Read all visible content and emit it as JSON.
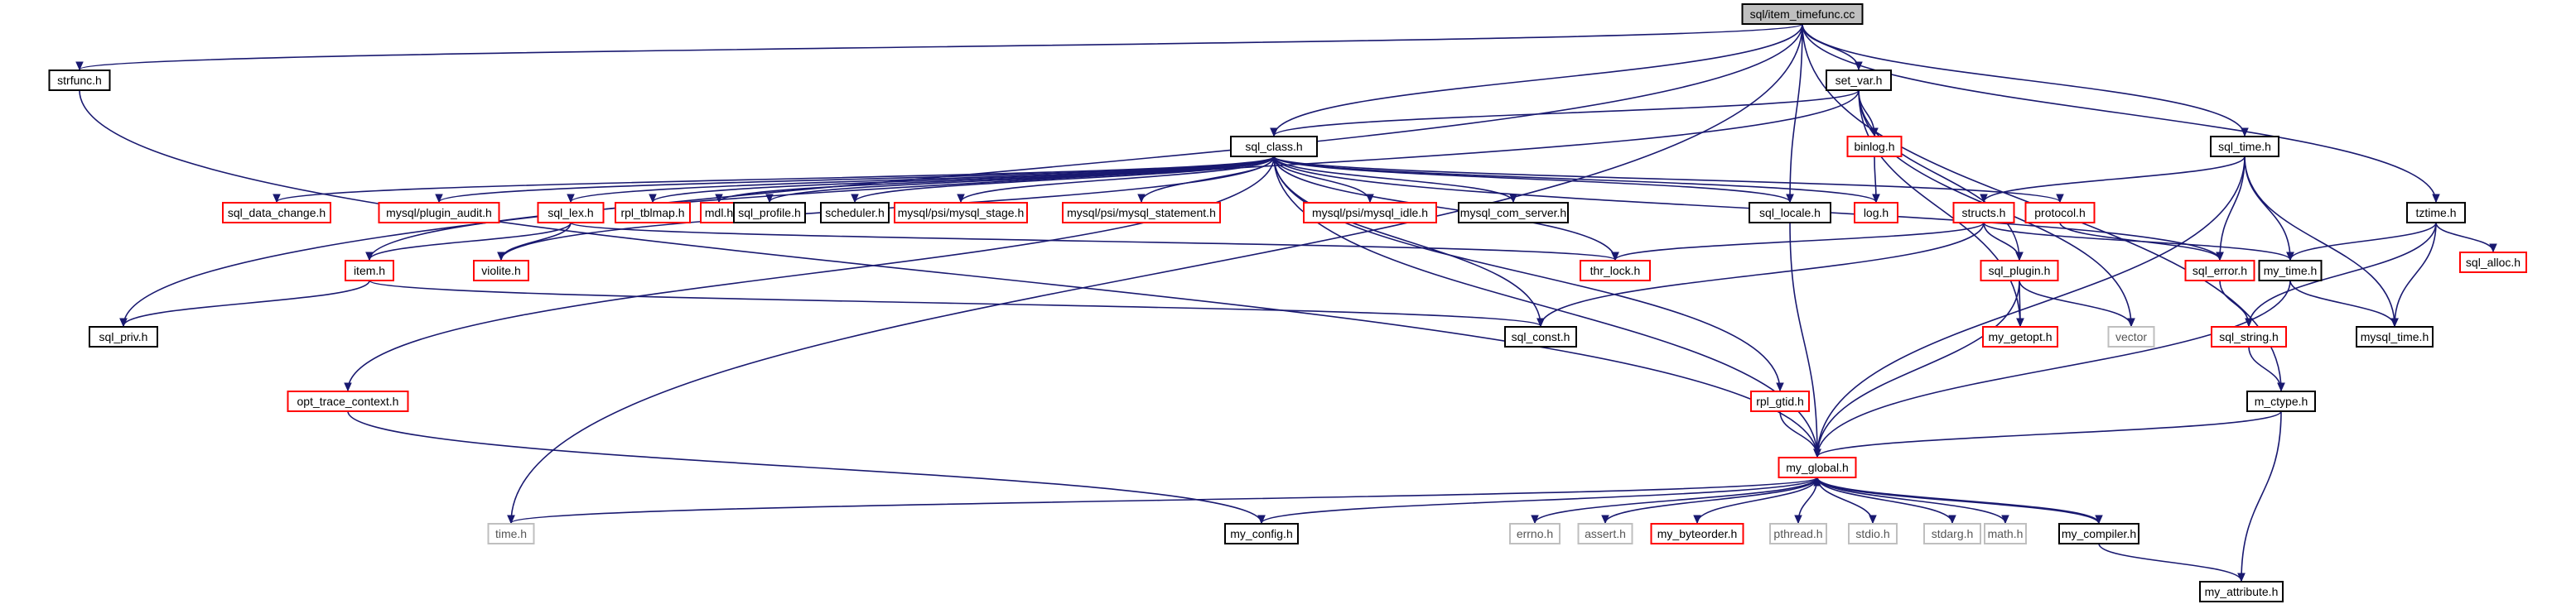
{
  "graph": {
    "root": "sql/item_timefunc.cc",
    "colors": {
      "root_fill": "#bfbfbf",
      "root_border": "#000000",
      "node_fill": "#ffffff",
      "documented_border": "#000000",
      "truncated_border": "#ff0000",
      "external_border": "#bfbfbf",
      "edge": "#191970",
      "text": "#000000",
      "external_text": "#555555"
    },
    "nodes": [
      {
        "id": "item_timefunc",
        "label": "sql/item_timefunc.cc",
        "kind": "root"
      },
      {
        "id": "strfunc",
        "label": "strfunc.h",
        "kind": "documented"
      },
      {
        "id": "set_var",
        "label": "set_var.h",
        "kind": "documented"
      },
      {
        "id": "sql_class",
        "label": "sql_class.h",
        "kind": "documented"
      },
      {
        "id": "binlog",
        "label": "binlog.h",
        "kind": "truncated"
      },
      {
        "id": "sql_time",
        "label": "sql_time.h",
        "kind": "documented"
      },
      {
        "id": "tztime",
        "label": "tztime.h",
        "kind": "documented"
      },
      {
        "id": "sql_data_change",
        "label": "sql_data_change.h",
        "kind": "truncated"
      },
      {
        "id": "plugin_audit",
        "label": "mysql/plugin_audit.h",
        "kind": "truncated"
      },
      {
        "id": "sql_lex",
        "label": "sql_lex.h",
        "kind": "truncated"
      },
      {
        "id": "rpl_tblmap",
        "label": "rpl_tblmap.h",
        "kind": "truncated"
      },
      {
        "id": "mdl",
        "label": "mdl.h",
        "kind": "truncated"
      },
      {
        "id": "sql_profile",
        "label": "sql_profile.h",
        "kind": "documented"
      },
      {
        "id": "scheduler",
        "label": "scheduler.h",
        "kind": "documented"
      },
      {
        "id": "psi_stage",
        "label": "mysql/psi/mysql_stage.h",
        "kind": "truncated"
      },
      {
        "id": "psi_statement",
        "label": "mysql/psi/mysql_statement.h",
        "kind": "truncated"
      },
      {
        "id": "psi_idle",
        "label": "mysql/psi/mysql_idle.h",
        "kind": "truncated"
      },
      {
        "id": "com_server",
        "label": "mysql_com_server.h",
        "kind": "documented"
      },
      {
        "id": "sql_locale",
        "label": "sql_locale.h",
        "kind": "documented"
      },
      {
        "id": "log",
        "label": "log.h",
        "kind": "truncated"
      },
      {
        "id": "protocol",
        "label": "protocol.h",
        "kind": "truncated"
      },
      {
        "id": "structs",
        "label": "structs.h",
        "kind": "truncated"
      },
      {
        "id": "tztime_dep_alloc",
        "label": "sql_alloc.h",
        "kind": "truncated"
      },
      {
        "id": "item",
        "label": "item.h",
        "kind": "truncated"
      },
      {
        "id": "violite",
        "label": "violite.h",
        "kind": "truncated"
      },
      {
        "id": "thr_lock",
        "label": "thr_lock.h",
        "kind": "truncated"
      },
      {
        "id": "sql_plugin",
        "label": "sql_plugin.h",
        "kind": "truncated"
      },
      {
        "id": "sql_error",
        "label": "sql_error.h",
        "kind": "truncated"
      },
      {
        "id": "my_time",
        "label": "my_time.h",
        "kind": "documented"
      },
      {
        "id": "sql_priv",
        "label": "sql_priv.h",
        "kind": "documented"
      },
      {
        "id": "sql_const",
        "label": "sql_const.h",
        "kind": "documented"
      },
      {
        "id": "my_getopt",
        "label": "my_getopt.h",
        "kind": "truncated"
      },
      {
        "id": "vector",
        "label": "vector",
        "kind": "external"
      },
      {
        "id": "sql_string",
        "label": "sql_string.h",
        "kind": "truncated"
      },
      {
        "id": "mysql_time",
        "label": "mysql_time.h",
        "kind": "documented"
      },
      {
        "id": "opt_trace",
        "label": "opt_trace_context.h",
        "kind": "truncated"
      },
      {
        "id": "rpl_gtid",
        "label": "rpl_gtid.h",
        "kind": "truncated"
      },
      {
        "id": "m_ctype",
        "label": "m_ctype.h",
        "kind": "documented"
      },
      {
        "id": "my_global",
        "label": "my_global.h",
        "kind": "truncated"
      },
      {
        "id": "time",
        "label": "time.h",
        "kind": "external"
      },
      {
        "id": "my_config",
        "label": "my_config.h",
        "kind": "documented"
      },
      {
        "id": "errno",
        "label": "errno.h",
        "kind": "external"
      },
      {
        "id": "assert",
        "label": "assert.h",
        "kind": "external"
      },
      {
        "id": "my_byteorder",
        "label": "my_byteorder.h",
        "kind": "truncated"
      },
      {
        "id": "pthread",
        "label": "pthread.h",
        "kind": "external"
      },
      {
        "id": "stdio",
        "label": "stdio.h",
        "kind": "external"
      },
      {
        "id": "stdarg",
        "label": "stdarg.h",
        "kind": "external"
      },
      {
        "id": "math",
        "label": "math.h",
        "kind": "external"
      },
      {
        "id": "my_compiler",
        "label": "my_compiler.h",
        "kind": "documented"
      },
      {
        "id": "my_attribute",
        "label": "my_attribute.h",
        "kind": "documented"
      }
    ],
    "edges": [
      [
        "item_timefunc",
        "strfunc"
      ],
      [
        "item_timefunc",
        "set_var"
      ],
      [
        "item_timefunc",
        "sql_class"
      ],
      [
        "item_timefunc",
        "sql_time"
      ],
      [
        "item_timefunc",
        "tztime"
      ],
      [
        "item_timefunc",
        "sql_locale"
      ],
      [
        "item_timefunc",
        "sql_priv"
      ],
      [
        "item_timefunc",
        "m_ctype"
      ],
      [
        "item_timefunc",
        "time"
      ],
      [
        "strfunc",
        "my_global"
      ],
      [
        "set_var",
        "sql_class"
      ],
      [
        "set_var",
        "binlog"
      ],
      [
        "set_var",
        "sql_plugin"
      ],
      [
        "set_var",
        "my_getopt"
      ],
      [
        "set_var",
        "vector"
      ],
      [
        "set_var",
        "item"
      ],
      [
        "binlog",
        "log"
      ],
      [
        "sql_class",
        "sql_data_change"
      ],
      [
        "sql_class",
        "plugin_audit"
      ],
      [
        "sql_class",
        "sql_lex"
      ],
      [
        "sql_class",
        "rpl_tblmap"
      ],
      [
        "sql_class",
        "mdl"
      ],
      [
        "sql_class",
        "sql_profile"
      ],
      [
        "sql_class",
        "scheduler"
      ],
      [
        "sql_class",
        "psi_stage"
      ],
      [
        "sql_class",
        "psi_statement"
      ],
      [
        "sql_class",
        "psi_idle"
      ],
      [
        "sql_class",
        "com_server"
      ],
      [
        "sql_class",
        "sql_locale"
      ],
      [
        "sql_class",
        "log"
      ],
      [
        "sql_class",
        "protocol"
      ],
      [
        "sql_class",
        "violite"
      ],
      [
        "sql_class",
        "thr_lock"
      ],
      [
        "sql_class",
        "sql_const"
      ],
      [
        "sql_class",
        "opt_trace"
      ],
      [
        "sql_class",
        "rpl_gtid"
      ],
      [
        "sql_class",
        "my_global"
      ],
      [
        "sql_class",
        "sql_error"
      ],
      [
        "sql_lex",
        "item"
      ],
      [
        "sql_lex",
        "violite"
      ],
      [
        "sql_lex",
        "thr_lock"
      ],
      [
        "item",
        "sql_priv"
      ],
      [
        "item",
        "sql_const"
      ],
      [
        "sql_locale",
        "my_global"
      ],
      [
        "protocol",
        "sql_error"
      ],
      [
        "sql_time",
        "structs"
      ],
      [
        "sql_time",
        "my_time"
      ],
      [
        "sql_time",
        "mysql_time"
      ],
      [
        "sql_time",
        "sql_error"
      ],
      [
        "sql_time",
        "my_global"
      ],
      [
        "structs",
        "thr_lock"
      ],
      [
        "structs",
        "sql_plugin"
      ],
      [
        "structs",
        "my_time"
      ],
      [
        "structs",
        "sql_const"
      ],
      [
        "sql_plugin",
        "my_getopt"
      ],
      [
        "sql_plugin",
        "vector"
      ],
      [
        "sql_plugin",
        "my_global"
      ],
      [
        "sql_error",
        "sql_string"
      ],
      [
        "tztime",
        "my_time"
      ],
      [
        "tztime",
        "tztime_dep_alloc"
      ],
      [
        "tztime",
        "sql_string"
      ],
      [
        "tztime",
        "mysql_time"
      ],
      [
        "my_time",
        "mysql_time"
      ],
      [
        "my_time",
        "my_global"
      ],
      [
        "sql_string",
        "m_ctype"
      ],
      [
        "m_ctype",
        "my_global"
      ],
      [
        "m_ctype",
        "my_attribute"
      ],
      [
        "opt_trace",
        "my_config"
      ],
      [
        "rpl_gtid",
        "my_global"
      ],
      [
        "my_global",
        "time"
      ],
      [
        "my_global",
        "my_config"
      ],
      [
        "my_global",
        "errno"
      ],
      [
        "my_global",
        "assert"
      ],
      [
        "my_global",
        "my_byteorder"
      ],
      [
        "my_global",
        "pthread"
      ],
      [
        "my_global",
        "stdio"
      ],
      [
        "my_global",
        "stdarg"
      ],
      [
        "my_global",
        "math"
      ],
      [
        "my_global",
        "my_compiler"
      ],
      [
        "my_compiler",
        "my_global"
      ],
      [
        "my_compiler",
        "my_attribute"
      ]
    ]
  }
}
